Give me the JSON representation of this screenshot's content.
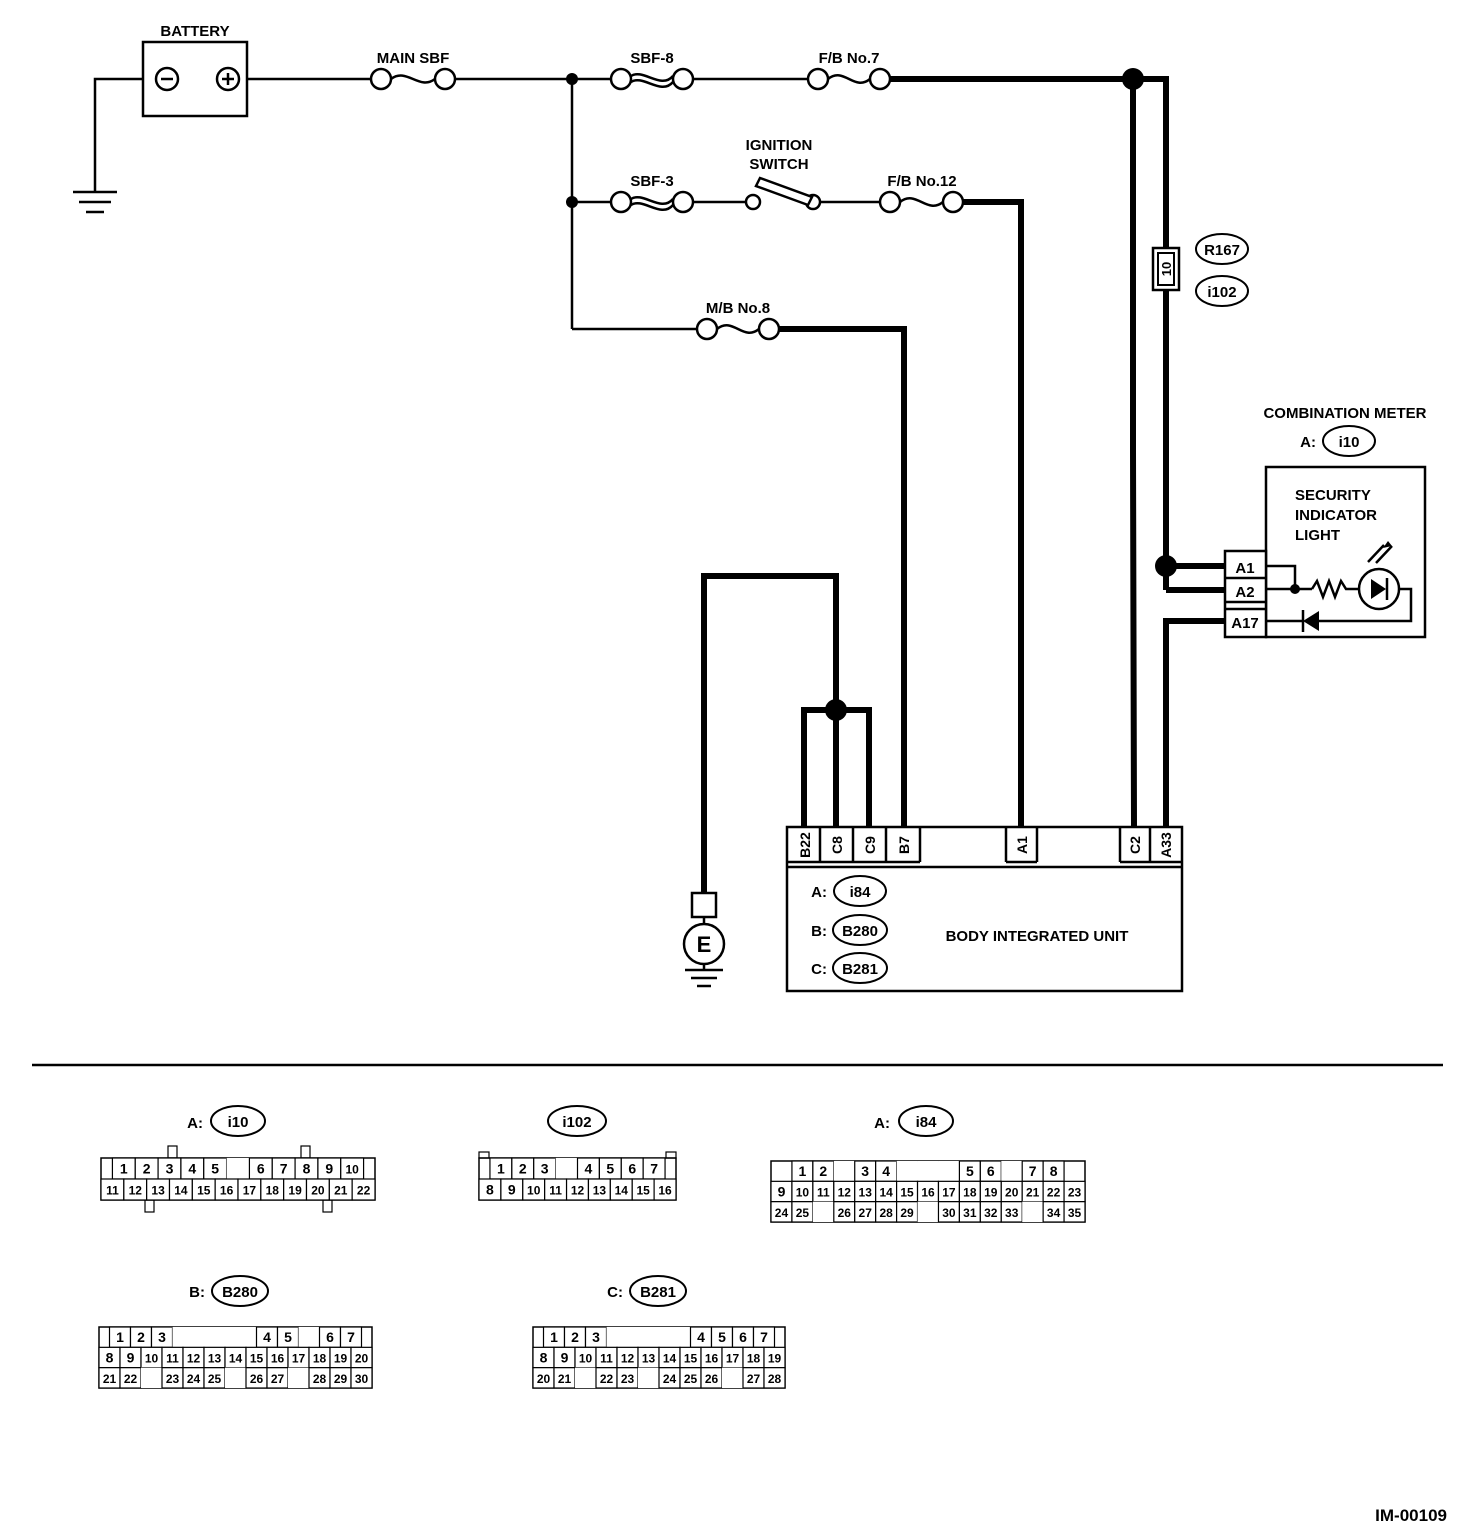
{
  "labels": {
    "battery": "BATTERY",
    "minus": "⊖",
    "plus": "⊕",
    "main_sbf": "MAIN SBF",
    "sbf8": "SBF-8",
    "fb7": "F/B No.7",
    "ignition1": "IGNITION",
    "ignition2": "SWITCH",
    "sbf3": "SBF-3",
    "fb12": "F/B No.12",
    "mb8": "M/B No.8",
    "conn10": "10",
    "r167": "R167",
    "i102": "i102",
    "combination_meter": "COMBINATION METER",
    "cm_prefix": "A:",
    "cm_conn": "i10",
    "security1": "SECURITY",
    "security2": "INDICATOR",
    "security3": "LIGHT",
    "pin_a1": "A1",
    "pin_a2": "A2",
    "pin_a17": "A17",
    "ground_e": "E",
    "biu_title": "BODY INTEGRATED UNIT",
    "biu_a_prefix": "A:",
    "biu_a": "i84",
    "biu_b_prefix": "B:",
    "biu_b": "B280",
    "biu_c_prefix": "C:",
    "biu_c": "B281",
    "doc_id": "IM-00109"
  },
  "biu_pins": [
    "B22",
    "C8",
    "C9",
    "B7",
    "A1",
    "C2",
    "A33"
  ],
  "connector_views": [
    {
      "prefix": "A:",
      "name": "i10",
      "rows": [
        [
          "1",
          "2",
          "3",
          "4",
          "5",
          "",
          "6",
          "7",
          "8",
          "9",
          "10"
        ],
        [
          "11",
          "12",
          "13",
          "14",
          "15",
          "16",
          "17",
          "18",
          "19",
          "20",
          "21",
          "22"
        ]
      ]
    },
    {
      "prefix": "",
      "name": "i102",
      "rows": [
        [
          "1",
          "2",
          "3",
          "",
          "4",
          "5",
          "6",
          "7"
        ],
        [
          "8",
          "9",
          "10",
          "11",
          "12",
          "13",
          "14",
          "15",
          "16"
        ]
      ]
    },
    {
      "prefix": "A:",
      "name": "i84",
      "rows": [
        [
          "1",
          "2",
          "",
          "3",
          "4",
          "",
          "",
          "",
          "5",
          "6",
          "",
          "7",
          "8"
        ],
        [
          "9",
          "10",
          "11",
          "12",
          "13",
          "14",
          "15",
          "16",
          "17",
          "18",
          "19",
          "20",
          "21",
          "22",
          "23"
        ],
        [
          "24",
          "25",
          "",
          "26",
          "27",
          "28",
          "29",
          "",
          "30",
          "31",
          "32",
          "33",
          "",
          "34",
          "35"
        ]
      ]
    },
    {
      "prefix": "B:",
      "name": "B280",
      "rows": [
        [
          "1",
          "2",
          "3",
          "",
          "",
          "",
          "",
          "4",
          "5",
          "",
          "6",
          "7"
        ],
        [
          "8",
          "9",
          "10",
          "11",
          "12",
          "13",
          "14",
          "15",
          "16",
          "17",
          "18",
          "19",
          "20"
        ],
        [
          "21",
          "22",
          "",
          "23",
          "24",
          "25",
          "",
          "26",
          "27",
          "",
          "28",
          "29",
          "30"
        ]
      ]
    },
    {
      "prefix": "C:",
      "name": "B281",
      "rows": [
        [
          "1",
          "2",
          "3",
          "",
          "",
          "",
          "",
          "4",
          "5",
          "6",
          "7"
        ],
        [
          "8",
          "9",
          "10",
          "11",
          "12",
          "13",
          "14",
          "15",
          "16",
          "17",
          "18",
          "19"
        ],
        [
          "20",
          "21",
          "",
          "22",
          "23",
          "",
          "24",
          "25",
          "26",
          "",
          "27",
          "28"
        ]
      ]
    }
  ]
}
